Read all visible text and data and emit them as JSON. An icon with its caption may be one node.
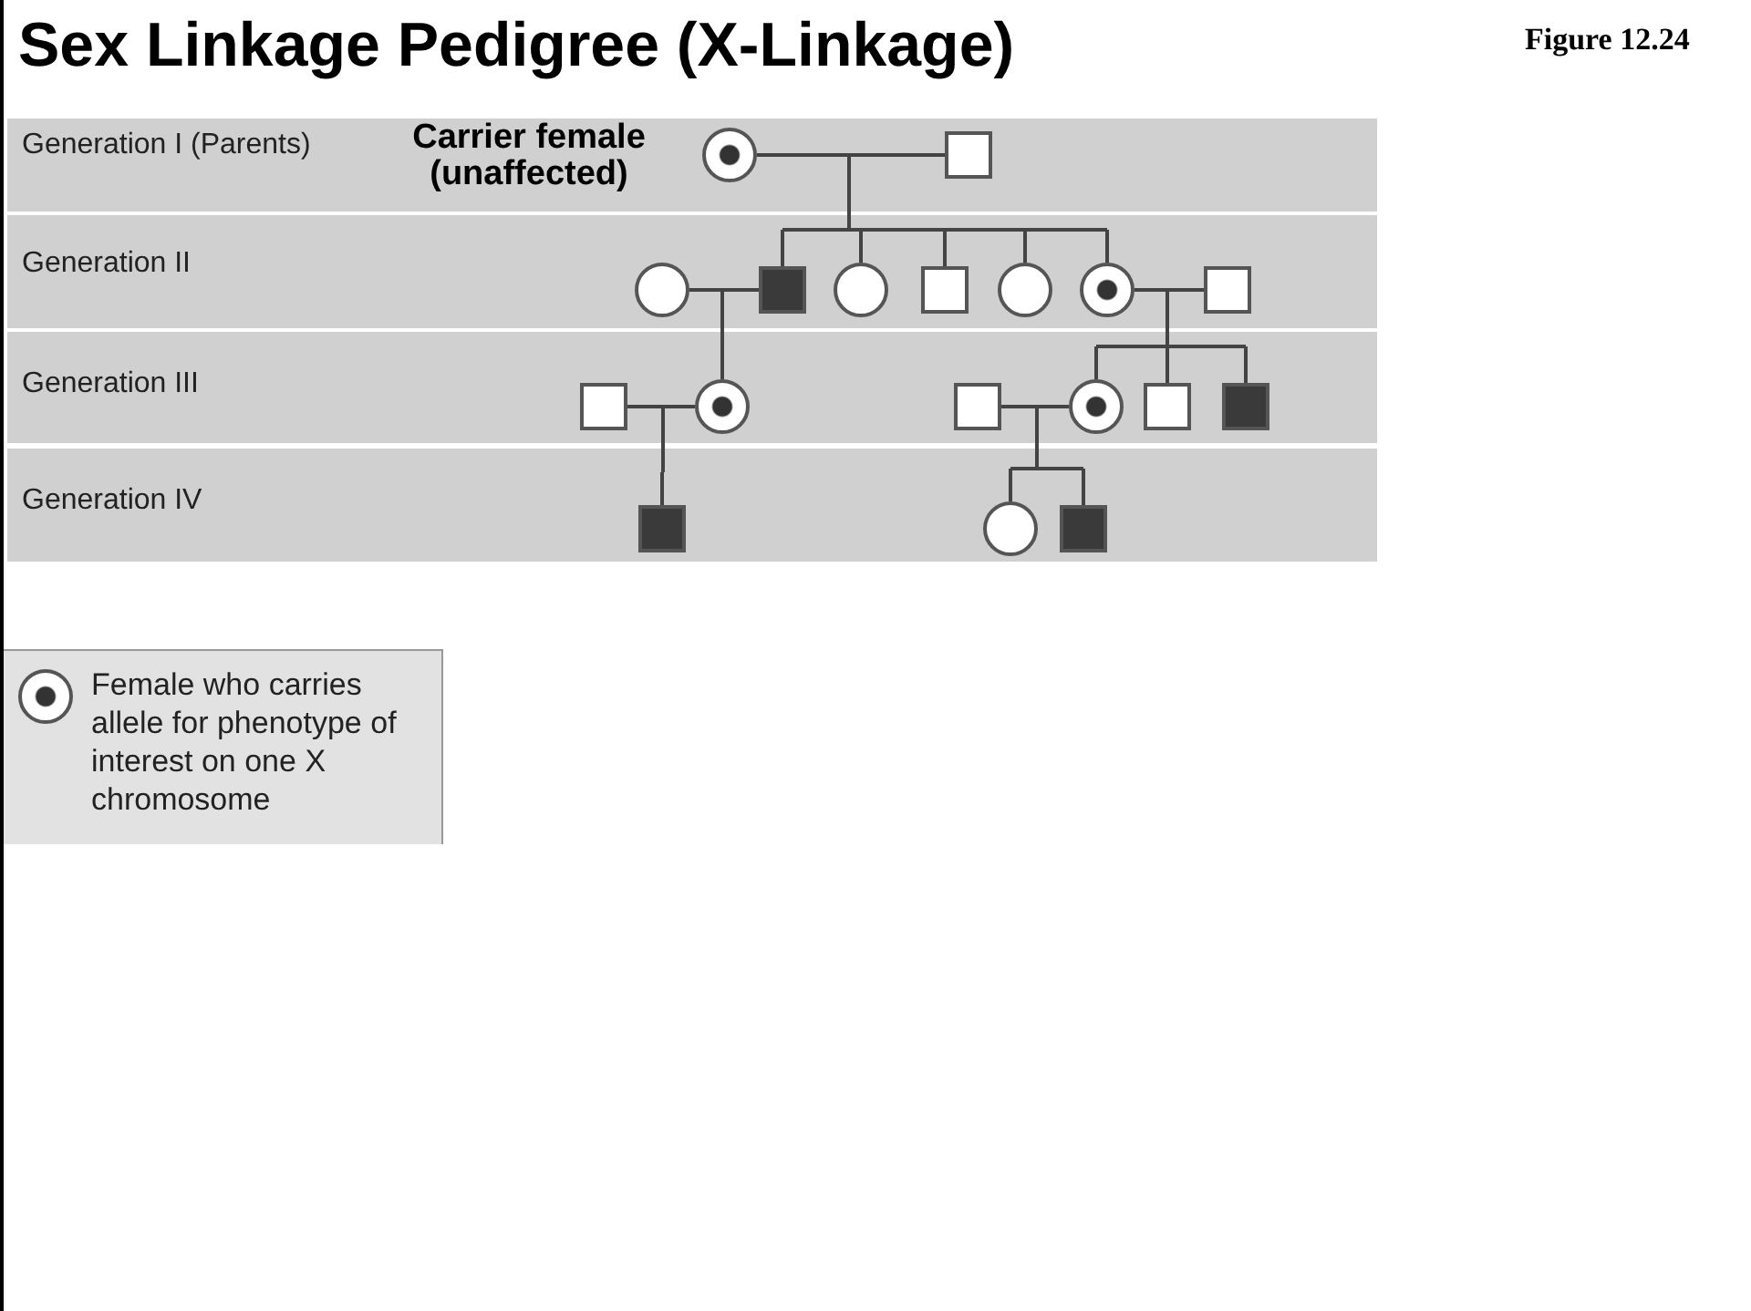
{
  "diagram": {
    "title": "Sex Linkage Pedigree (X-Linkage)",
    "nodes": [
      {
        "text": [
          "Generation I (Parents)"
        ]
      },
      {
        "text": [],
        "shape": "dot-circle",
        "in": 0
      },
      {
        "text": [],
        "shape": "square",
        "in": 0
      },
      {
        "text": [
          "Generation II"
        ]
      },
      {
        "text": [],
        "shape": "circle",
        "in": 3
      },
      {
        "text": [],
        "shape": "filled-square",
        "in": 3
      },
      {
        "text": [],
        "shape": "circle",
        "in": 3
      },
      {
        "text": [],
        "shape": "square",
        "in": 3
      },
      {
        "text": [],
        "shape": "circle",
        "in": 3
      },
      {
        "text": [],
        "shape": "dot-circle",
        "in": 3
      },
      {
        "text": [],
        "shape": "square",
        "in": 3
      },
      {
        "text": [
          "Generation III"
        ]
      },
      {
        "text": [],
        "shape": "square",
        "in": 11
      },
      {
        "text": [],
        "shape": "dot-circle",
        "in": 11
      },
      {
        "text": [],
        "shape": "square",
        "in": 11
      },
      {
        "text": [],
        "shape": "dot-circle",
        "in": 11
      },
      {
        "text": [],
        "shape": "square",
        "in": 11
      },
      {
        "text": [],
        "shape": "filled-square",
        "in": 11
      },
      {
        "text": [
          "Generation IV"
        ]
      },
      {
        "text": [],
        "shape": "filled-square",
        "in": 18
      },
      {
        "text": [],
        "shape": "circle",
        "in": 18
      },
      {
        "text": [],
        "shape": "filled-square",
        "in": 18
      }
    ],
    "edges": [
      {
        "from": 1,
        "to": 2,
        "arrow": "none"
      },
      {
        "from": 1,
        "to": 5,
        "arrow": "none"
      },
      {
        "from": 1,
        "to": 6,
        "arrow": "none"
      },
      {
        "from": 1,
        "to": 7,
        "arrow": "none"
      },
      {
        "from": 1,
        "to": 8,
        "arrow": "none"
      },
      {
        "from": 1,
        "to": 9,
        "arrow": "none"
      },
      {
        "from": 2,
        "to": 5,
        "arrow": "none"
      },
      {
        "from": 2,
        "to": 6,
        "arrow": "none"
      },
      {
        "from": 2,
        "to": 7,
        "arrow": "none"
      },
      {
        "from": 2,
        "to": 8,
        "arrow": "none"
      },
      {
        "from": 2,
        "to": 9,
        "arrow": "none"
      },
      {
        "from": 4,
        "to": 5,
        "arrow": "none"
      },
      {
        "from": 4,
        "to": 13,
        "arrow": "none"
      },
      {
        "from": 5,
        "to": 13,
        "arrow": "none"
      },
      {
        "from": 9,
        "to": 10,
        "arrow": "none"
      },
      {
        "from": 9,
        "to": 15,
        "arrow": "none"
      },
      {
        "from": 9,
        "to": 16,
        "arrow": "none"
      },
      {
        "from": 9,
        "to": 17,
        "arrow": "none"
      },
      {
        "from": 10,
        "to": 15,
        "arrow": "none"
      },
      {
        "from": 10,
        "to": 16,
        "arrow": "none"
      },
      {
        "from": 10,
        "to": 17,
        "arrow": "none"
      },
      {
        "from": 12,
        "to": 13,
        "arrow": "none"
      },
      {
        "from": 12,
        "to": 19,
        "arrow": "none"
      },
      {
        "from": 13,
        "to": 19,
        "arrow": "none"
      },
      {
        "from": 14,
        "to": 15,
        "arrow": "none"
      },
      {
        "from": 14,
        "to": 20,
        "arrow": "none"
      },
      {
        "from": 14,
        "to": 21,
        "arrow": "none"
      },
      {
        "from": 15,
        "to": 20,
        "arrow": "none"
      },
      {
        "from": 15,
        "to": 21,
        "arrow": "none"
      }
    ],
    "labels": [
      "Figure 12.24",
      "Carrier female (unaffected)"
    ],
    "legend": [
      {
        "text": "Female who carries allele for phenotype of interest on one X chromosome"
      }
    ]
  }
}
